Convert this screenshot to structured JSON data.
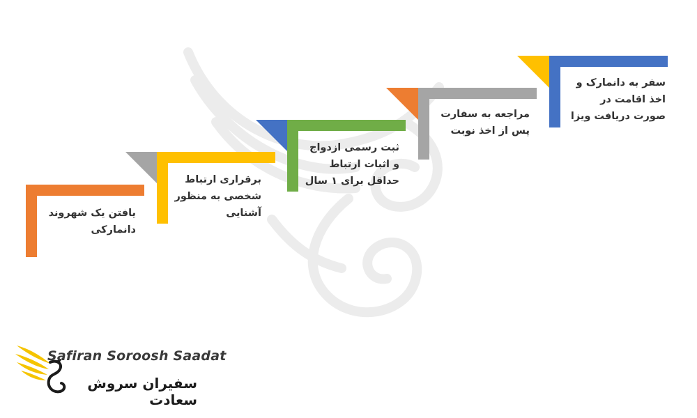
{
  "steps": [
    {
      "id": "step1",
      "text": "یافتن یک شهروند\nدانمارکی",
      "bar_color": "#ED7D31",
      "tri_color": "#A5A5A5"
    },
    {
      "id": "step2",
      "text": "برقراری ارتباط\nشخصی به منظور\nآشنایی",
      "bar_color": "#FFC000",
      "tri_color": "#4472C4"
    },
    {
      "id": "step3",
      "text": "ثبت رسمی ازدواج\nو اثبات ارتباط\nحداقل برای ۱ سال",
      "bar_color": "#70AD47",
      "tri_color": "#ED7D31"
    },
    {
      "id": "step4",
      "text": "مراجعه به سفارت\nپس از اخذ نوبت",
      "bar_color": "#A5A5A5",
      "tri_color": "#FFC000"
    },
    {
      "id": "step5",
      "text": "سفر به دانمارک و\nاخذ اقامت در\nصورت دریافت ویزا",
      "bar_color": "#4472C4",
      "tri_color": ""
    }
  ],
  "logo": {
    "name_en": "Safiran Soroosh Saadat",
    "name_fa": "سفیران سروش سعادت",
    "accent_color": "#F5C400",
    "text_color": "#3A3A3A"
  },
  "watermark": {
    "icon": "phoenix-bird-watermark"
  }
}
